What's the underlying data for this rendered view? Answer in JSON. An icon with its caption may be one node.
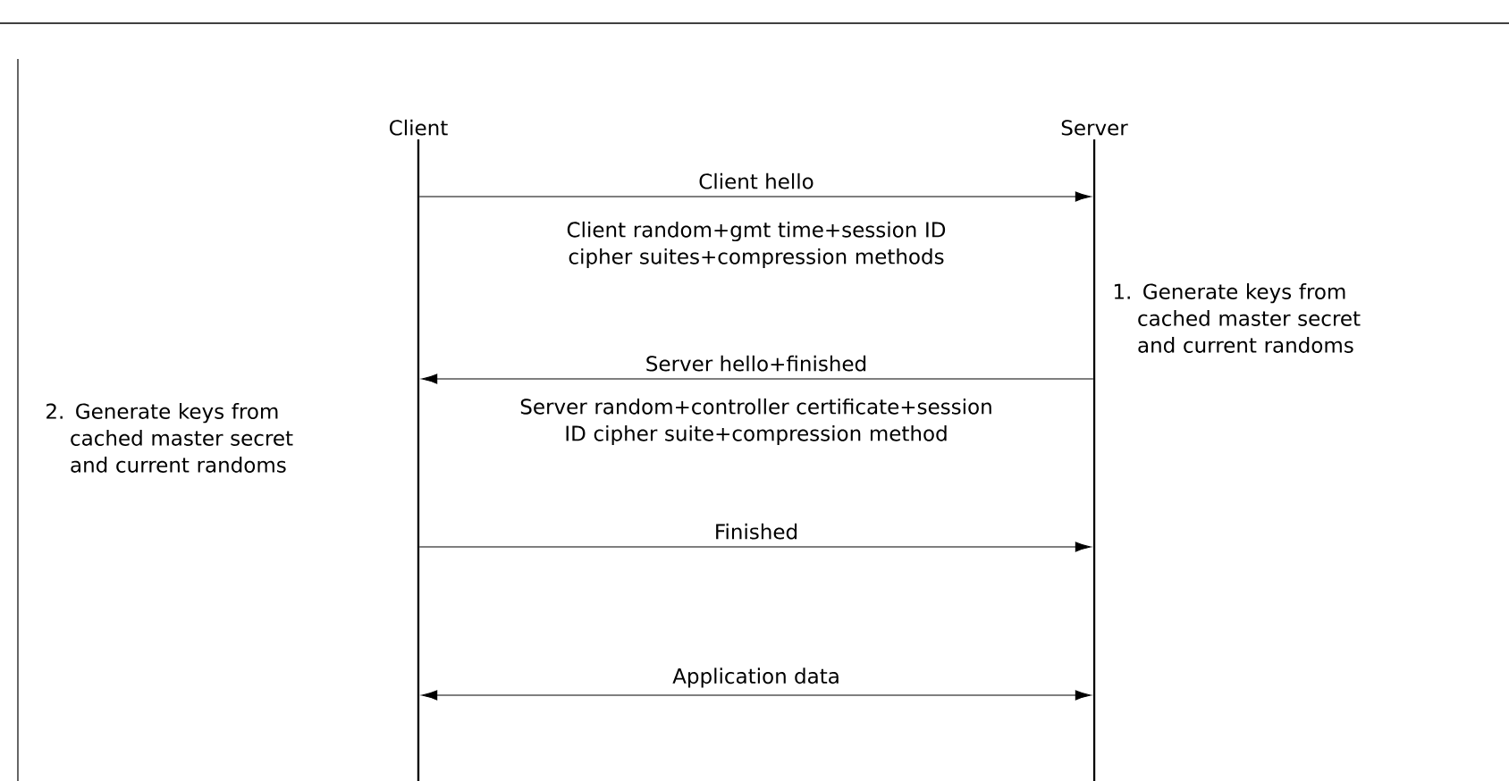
{
  "diagram": {
    "nodes": [
      {
        "text": [
          "Client"
        ]
      },
      {
        "text": [
          "Server"
        ]
      }
    ],
    "edges": [
      {
        "from": 0,
        "to": 1,
        "arrow": "to",
        "label": "Client hello"
      },
      {
        "from": 1,
        "to": 0,
        "arrow": "to",
        "label": "Server hello+finished"
      },
      {
        "from": 0,
        "to": 1,
        "arrow": "to",
        "label": "Finished"
      },
      {
        "from": 0,
        "to": 1,
        "arrow": "both",
        "label": "Application data"
      }
    ],
    "labels": [
      "Client random+gmt time+session ID cipher suites+compression methods",
      "1. Generate keys from cached master secret and current randoms",
      "2. Generate keys from cached master secret and current randoms",
      "Server random+controller certificate+session ID cipher suite+compression method"
    ]
  }
}
